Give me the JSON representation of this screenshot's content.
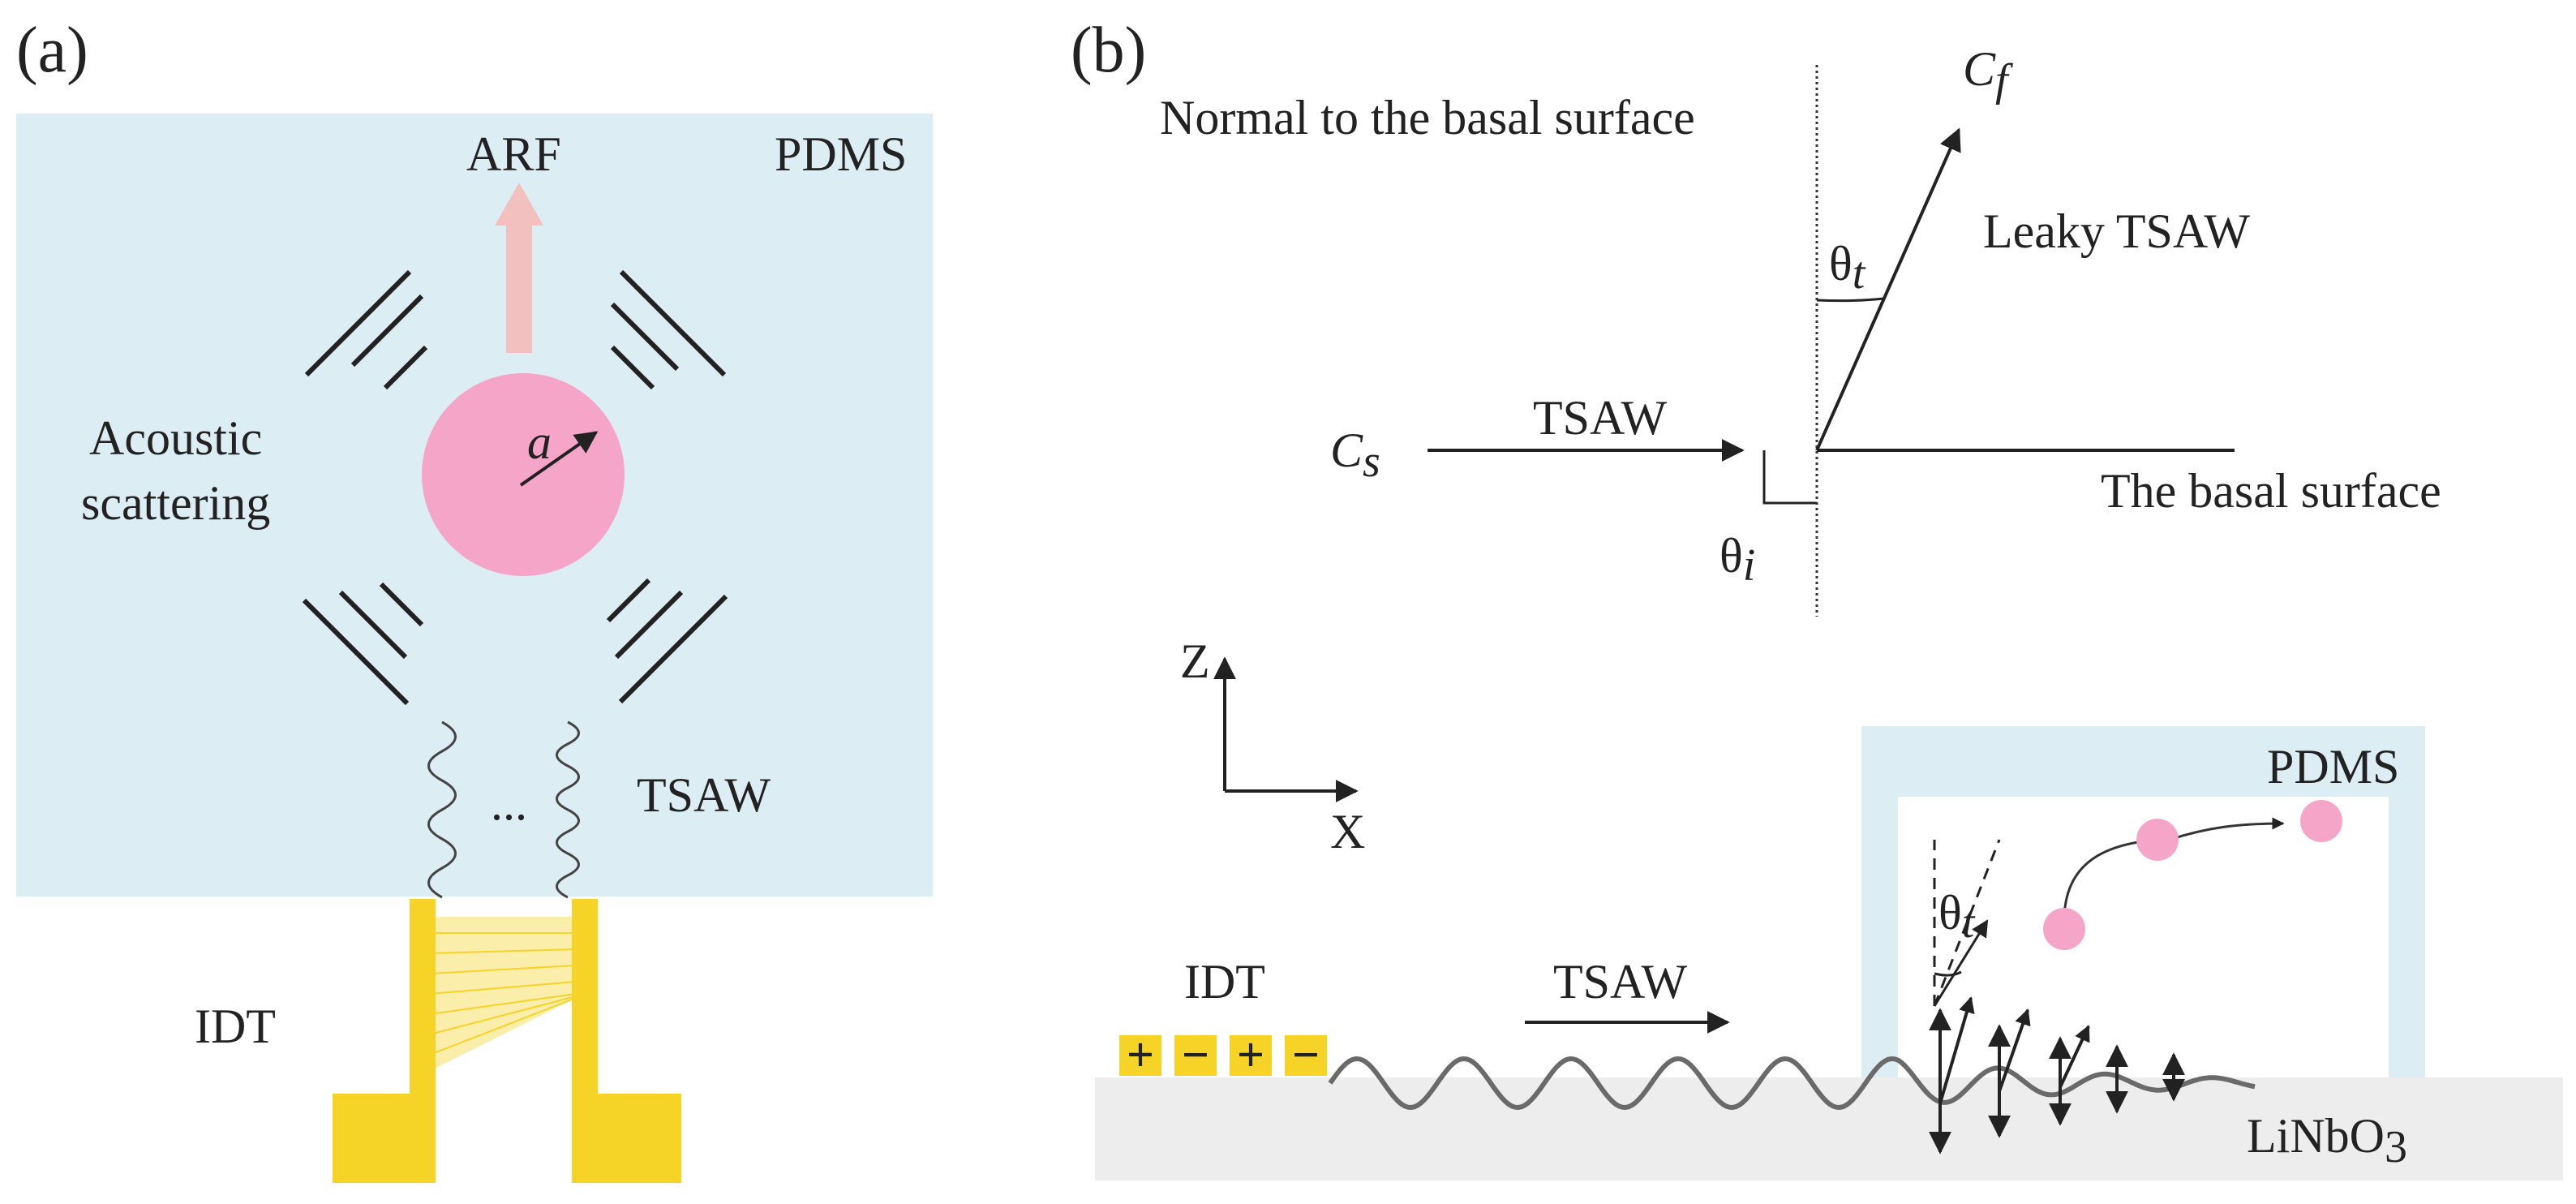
{
  "panel_a": {
    "letter": "(a)",
    "arf_label": "ARF",
    "pdms_label": "PDMS",
    "scatter_label_1": "Acoustic",
    "scatter_label_2": "scattering",
    "radius_label": "a",
    "ellipsis": "...",
    "tsaw_label": "TSAW",
    "idt_label": "IDT"
  },
  "panel_b": {
    "letter": "(b)",
    "normal_label": "Normal to the basal surface",
    "cf_main": "C",
    "cf_sub": "f",
    "theta_t_main": "θ",
    "theta_t_sub": "t",
    "leaky_label": "Leaky TSAW",
    "cs_main": "C",
    "cs_sub": "s",
    "tsaw_label": "TSAW",
    "basal_label": "The basal surface",
    "theta_i_main": "θ",
    "theta_i_sub": "i",
    "axis_z": "Z",
    "axis_x": "X",
    "pdms_label": "PDMS",
    "theta_t2_main": "θ",
    "theta_t2_sub": "t",
    "idt_label": "IDT",
    "tsaw_label_2": "TSAW",
    "substrate_main": "LiNbO",
    "substrate_sub": "3",
    "electrode_signs": [
      "+",
      "−",
      "+",
      "−"
    ]
  },
  "colors": {
    "pdms": "#dcedf3",
    "particle": "#f5a6c8",
    "arf_arrow": "#f3c0c0",
    "electrode": "#f5d327",
    "substrate": "#ededed",
    "line": "#222222"
  }
}
